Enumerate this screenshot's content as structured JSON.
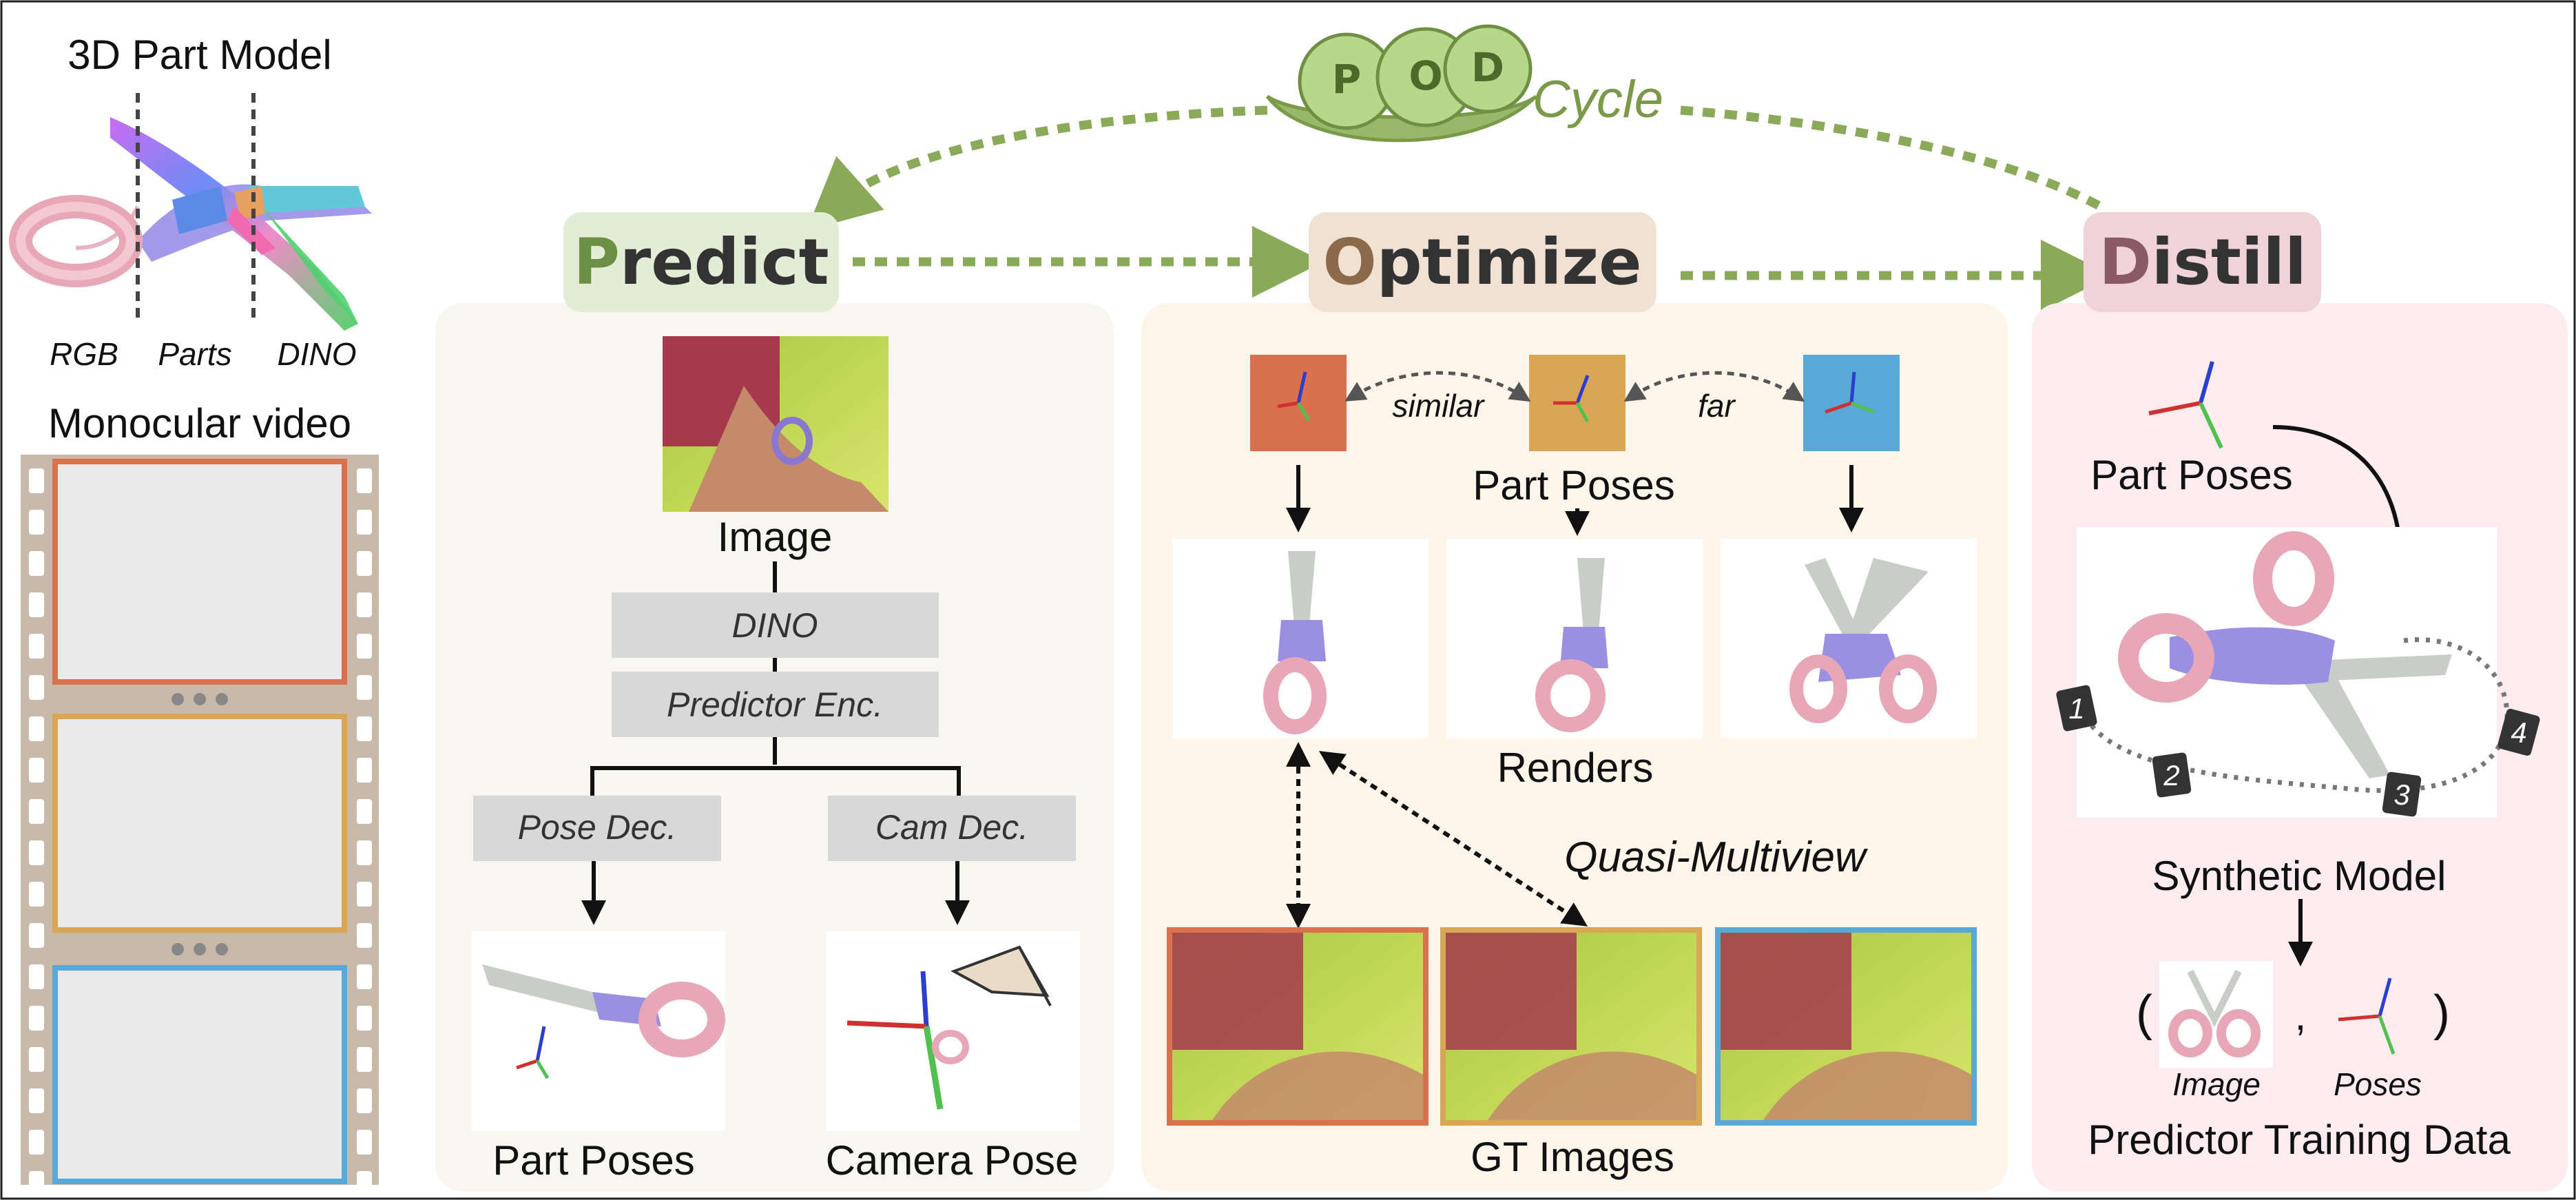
{
  "colors": {
    "predict_panel": "#f7f7f0",
    "predict_header": "#e3ecd5",
    "optimize_panel": "#fdf4ea",
    "optimize_header": "#f1e1d2",
    "distill_panel": "#fcecf0",
    "distill_header": "#f0d3d8",
    "cycle_green": "#8aaa5a",
    "frame_red": "#d9714f",
    "frame_orange": "#d9a656",
    "frame_blue": "#5aa8d6",
    "filmstrip": "#c9b9a9",
    "gray_box": "#d8d8d8"
  },
  "left": {
    "model_title": "3D Part Model",
    "model_labels": [
      "RGB",
      "Parts",
      "DINO"
    ],
    "video_title": "Monocular video"
  },
  "cycle": {
    "pod_letters": [
      "P",
      "O",
      "D"
    ],
    "label": "Cycle"
  },
  "predict": {
    "title_initial": "P",
    "title_rest": "redict",
    "image_caption": "Image",
    "dino": "DINO",
    "encoder": "Predictor Enc.",
    "pose_dec": "Pose Dec.",
    "cam_dec": "Cam Dec.",
    "part_poses": "Part Poses",
    "camera_pose": "Camera Pose"
  },
  "optimize": {
    "title_initial": "O",
    "title_rest": "ptimize",
    "similar": "similar",
    "far": "far",
    "part_poses": "Part Poses",
    "renders": "Renders",
    "quasi": "Quasi-Multiview",
    "gt_images": "GT Images"
  },
  "distill": {
    "title_initial": "D",
    "title_rest": "istill",
    "part_poses": "Part Poses",
    "cams": [
      "1",
      "2",
      "3",
      "4"
    ],
    "synthetic_model": "Synthetic Model",
    "paren_open": "(",
    "comma": ",",
    "paren_close": ")",
    "image_label": "Image",
    "poses_label": "Poses",
    "training_data": "Predictor Training Data"
  }
}
